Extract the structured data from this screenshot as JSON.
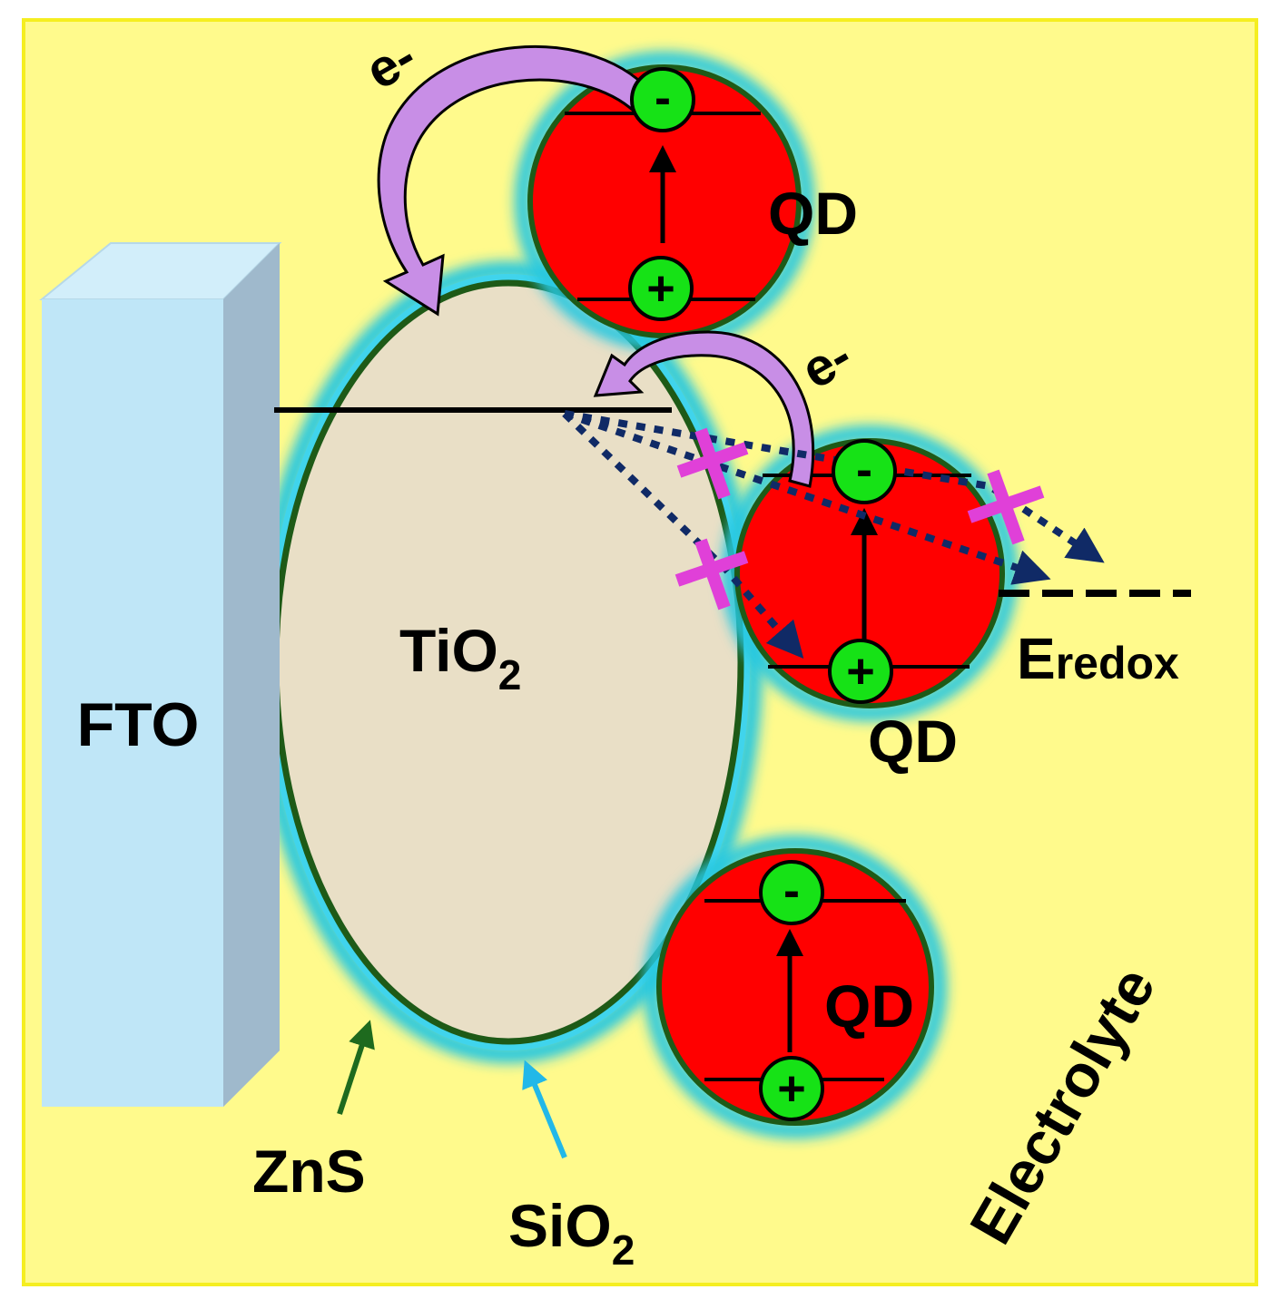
{
  "labels": {
    "fto": "FTO",
    "tio2_main": "TiO",
    "tio2_sub": "2",
    "qd": "QD",
    "electron": "e-",
    "eredox_main": "E",
    "eredox_rest": "redox",
    "zns": "ZnS",
    "sio2_main": "SiO",
    "sio2_sub": "2",
    "electrolyte": "Electrolyte"
  },
  "signs": {
    "minus": "-",
    "plus": "+"
  },
  "colors": {
    "background": "#fffa8c",
    "frame": "#f5ee20",
    "fto_front": "#bfe6f7",
    "fto_top": "#d2eefa",
    "fto_side": "#9fb9cc",
    "tio2_fill": "#e9dfc6",
    "zns_shell": "#1e5a17",
    "sio2_glow": "#27c8e0",
    "qd_fill": "#ff0000",
    "charge_fill": "#16e216",
    "transfer_arrow": "#c88ee6",
    "recombination_path": "#102a66",
    "blocked_mark": "#e040d8",
    "zns_pointer": "#1e6a1e",
    "sio2_pointer": "#22b8e8"
  }
}
